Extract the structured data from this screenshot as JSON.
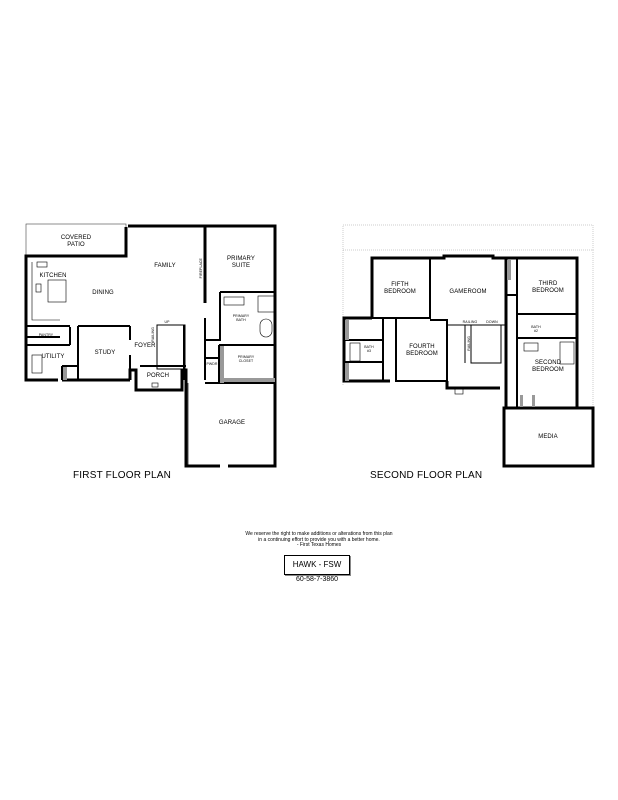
{
  "first_floor": {
    "title": "FIRST FLOOR PLAN",
    "rooms": {
      "covered_patio": "COVERED\nPATIO",
      "kitchen": "KITCHEN",
      "dining": "DINING",
      "family": "FAMILY",
      "fireplace": "FIREPLACE",
      "primary_suite": "PRIMARY\nSUITE",
      "primary_bath": "PRIMARY\nBATH",
      "primary_closet": "PRIMARY\nCLOSET",
      "powder": "PWDR",
      "pantry": "PANTRY",
      "utility": "UTILITY",
      "study": "STUDY",
      "foyer": "FOYER",
      "porch": "PORCH",
      "garage": "GARAGE",
      "up": "UP",
      "railing": "RAILING"
    }
  },
  "second_floor": {
    "title": "SECOND FLOOR PLAN",
    "rooms": {
      "fifth_bedroom": "FIFTH\nBEDROOM",
      "gameroom": "GAMEROOM",
      "third_bedroom": "THIRD\nBEDROOM",
      "bath_2": "BATH\n#2",
      "bath_3": "BATH\n#3",
      "fourth_bedroom": "FOURTH\nBEDROOM",
      "second_bedroom": "SECOND\nBEDROOM",
      "media": "MEDIA",
      "railing_top": "RAILING",
      "down": "DOWN",
      "railing_side": "RAILING"
    }
  },
  "footer": {
    "disclaimer": "We reserve the right to make additions or alterations from this plan\nin a continuing effort to provide you with a better home.\n- First Texas Homes",
    "plan_name": "HAWK - FSW",
    "plan_code": "60-58-7-3860"
  }
}
